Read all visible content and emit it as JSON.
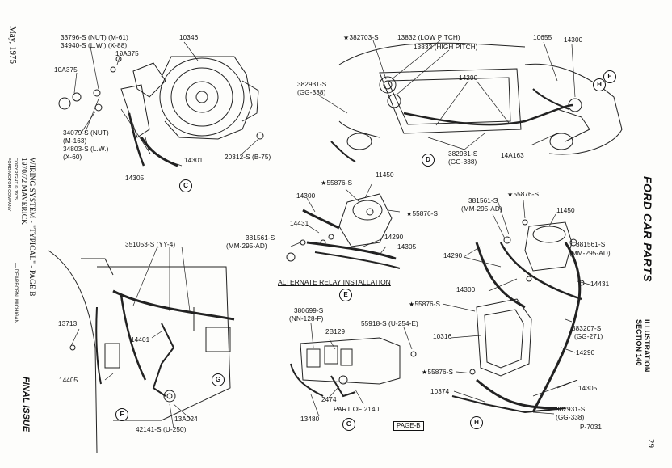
{
  "margin_left": {
    "date": "May, 1975",
    "wiring_title": "WIRING SYSTEM - \"TYPICAL\" - PAGE B",
    "model_line": "1970/72   MAVERICK",
    "copyright": "COPYRIGHT © 1975",
    "company": "FORD MOTOR COMPANY",
    "location": "— DEARBORN, MICHIGAN",
    "final_issue": "FINAL ISSUE"
  },
  "margin_right": {
    "brand": "FORD CAR PARTS",
    "illustration": "ILLUSTRATION",
    "section": "SECTION 140",
    "page_number": "29"
  },
  "views": {
    "C": {
      "marker": "C",
      "labels": {
        "l1": "33796-S (NUT) (M-61)",
        "l2": "34940-S (L.W.) (X-88)",
        "l3": "10346",
        "l4": "10A375",
        "l5": "10A375",
        "l6": "34079-S (NUT)",
        "l7": "(M-163)",
        "l8": "34803-S (L.W.)",
        "l9": "(X-60)",
        "l10": "20312-S (B-75)",
        "l11": "14301",
        "l12": "14305"
      }
    },
    "D": {
      "marker": "D",
      "labels": {
        "l1": "★382703-S",
        "l2": "13832 (LOW PITCH)",
        "l3": "13832 (HIGH PITCH)",
        "l4": "10655",
        "l5": "14300",
        "l6": "382931-S",
        "l7": "(GG-338)",
        "l8": "14290",
        "l9": "382931-S",
        "l10": "(GG-338)",
        "l11": "14A163"
      }
    },
    "E_marker": "E",
    "H_top": "H",
    "E_top": "E",
    "E": {
      "marker": "E",
      "caption": "ALTERNATE RELAY INSTALLATION",
      "labels": {
        "l1": "11450",
        "l2": "★55876-S",
        "l3": "14300",
        "l4": "★55876-S",
        "l5": "14431",
        "l6": "381561-S",
        "l7": "(MM-295-AD)",
        "l8": "14290",
        "l9": "14305"
      }
    },
    "F": {
      "marker": "F",
      "labels": {
        "l1": "351053-S (YY-4)",
        "l2": "13713",
        "l3": "14401",
        "l4": "14405",
        "l5": "13A024",
        "l6": "42141-S (U-250)"
      }
    },
    "G": {
      "marker": "G",
      "side_marker": "G",
      "labels": {
        "l1": "380699-S",
        "l2": "(NN-128-F)",
        "l3": "2B129",
        "l4": "55918-S (U-254-E)",
        "l5": "2474",
        "l6": "PART OF 2140",
        "l7": "13480"
      }
    },
    "H": {
      "marker": "H",
      "labels": {
        "l1": "★55876-S",
        "l2": "381561-S",
        "l3": "(MM-295-AD)",
        "l4": "11450",
        "l5": "381561-S",
        "l6": "(MM-295-AD)",
        "l7": "14290",
        "l8": "14300",
        "l9": "14431",
        "l10": "★55876-S",
        "l11": "10316",
        "l12": "383207-S",
        "l13": "(GG-271)",
        "l14": "14290",
        "l15": "★55876-S",
        "l16": "14305",
        "l17": "10374",
        "l18": "382931-S",
        "l19": "(GG-338)",
        "l20": "P-7031"
      }
    }
  },
  "page_box": "PAGE-B"
}
